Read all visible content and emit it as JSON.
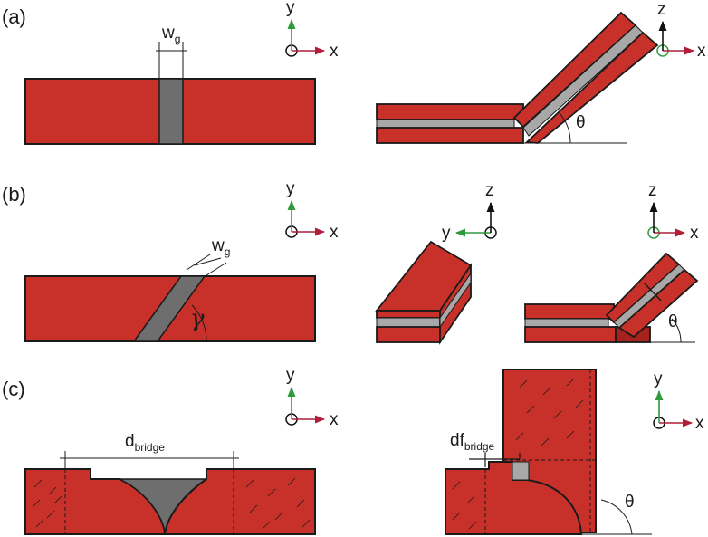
{
  "panels": {
    "a": {
      "label": "(a)"
    },
    "b": {
      "label": "(b)"
    },
    "c": {
      "label": "(c)"
    }
  },
  "axes": {
    "x": "x",
    "y": "y",
    "z": "z"
  },
  "annotations": {
    "gap_width": "w",
    "gap_width_sub": "g",
    "angle_theta": "θ",
    "angle_gamma": "γ",
    "bridge_distance": "d",
    "bridge_distance_sub": "bridge",
    "bridge_fold_distance": "df",
    "bridge_fold_distance_sub": "bridge"
  },
  "colors": {
    "material": "#c8302a",
    "material_dark": "#a5231c",
    "gap": "#6e6e6e",
    "gap_light": "#a8a8a8",
    "outline": "#1a1a1a",
    "axis_x": "#b01e3a",
    "axis_y": "#2f9a3c",
    "axis_z": "#111111"
  }
}
